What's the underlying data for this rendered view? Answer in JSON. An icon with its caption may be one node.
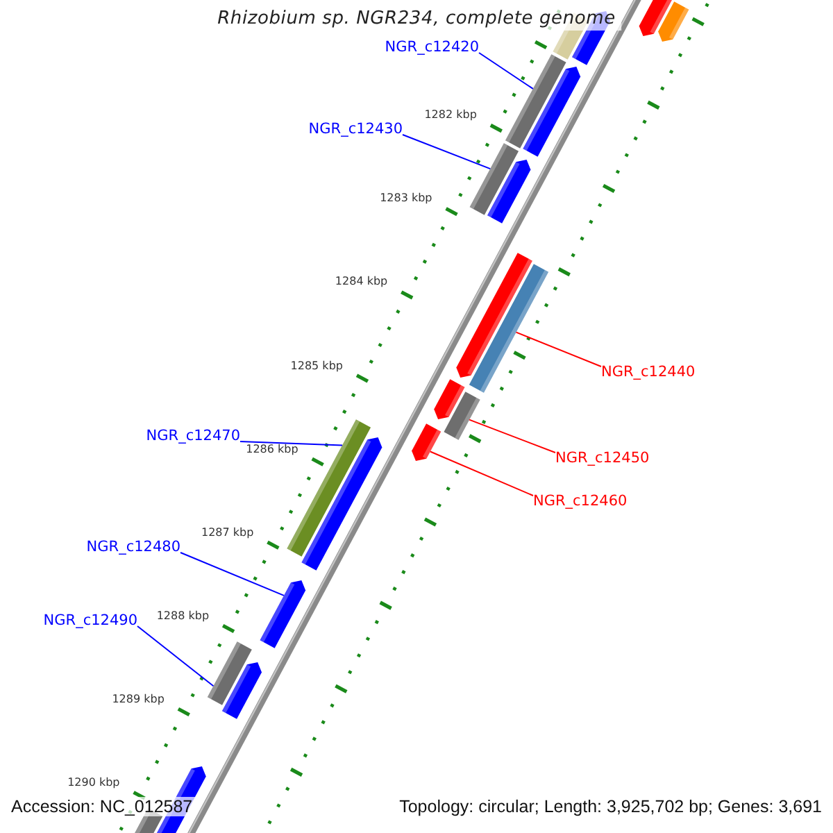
{
  "diagram": {
    "title": "Rhizobium sp. NGR234, complete genome",
    "nodes": [
      {
        "text": [
          "NGR_c12420"
        ]
      },
      {
        "text": [
          "NGR_c12430"
        ]
      },
      {
        "text": [
          "NGR_c12440"
        ]
      },
      {
        "text": [
          "NGR_c12450"
        ]
      },
      {
        "text": [
          "NGR_c12460"
        ]
      },
      {
        "text": [
          "NGR_c12470"
        ]
      },
      {
        "text": [
          "NGR_c12480"
        ]
      },
      {
        "text": [
          "NGR_c12490"
        ]
      },
      {
        "text": [],
        "shape": "arrow"
      },
      {
        "text": [],
        "shape": "arrow"
      },
      {
        "text": [],
        "shape": "arrow"
      },
      {
        "text": [],
        "shape": "bar"
      },
      {
        "text": [],
        "shape": "bar"
      },
      {
        "text": [],
        "shape": "arrow"
      },
      {
        "text": [],
        "shape": "bar"
      },
      {
        "text": [],
        "shape": "arrow"
      },
      {
        "text": [],
        "shape": "arrow"
      },
      {
        "text": [],
        "shape": "bar"
      },
      {
        "text": [],
        "shape": "arrow"
      },
      {
        "text": [],
        "shape": "bar"
      },
      {
        "text": [],
        "shape": "bar"
      },
      {
        "text": [],
        "shape": "arrow"
      },
      {
        "text": [],
        "shape": "arrow"
      },
      {
        "text": [],
        "shape": "arrow"
      },
      {
        "text": [],
        "shape": "bar"
      },
      {
        "text": [],
        "shape": "arrow"
      },
      {
        "text": [],
        "shape": "arrow"
      },
      {
        "text": [],
        "shape": "bar"
      }
    ],
    "edges": [
      {
        "from": 0,
        "to": 12,
        "arrow": "none"
      },
      {
        "from": 1,
        "to": 14,
        "arrow": "none"
      },
      {
        "from": 2,
        "to": 17,
        "arrow": "none",
        "color": "#ff0000"
      },
      {
        "from": 3,
        "to": 19,
        "arrow": "none",
        "color": "#ff0000"
      },
      {
        "from": 4,
        "to": 21,
        "arrow": "none",
        "color": "#ff0000"
      },
      {
        "from": 5,
        "to": 20,
        "arrow": "none"
      },
      {
        "from": 6,
        "to": 23,
        "arrow": "none"
      },
      {
        "from": 7,
        "to": 24,
        "arrow": "none"
      }
    ],
    "labels": [
      "1282 kbp",
      "1283 kbp",
      "1284 kbp",
      "1285 kbp",
      "1286 kbp",
      "1287 kbp",
      "1288 kbp",
      "1289 kbp",
      "1290 kbp",
      "Accession: NC_012587",
      "Topology: circular; Length: 3,925,702 bp; Genes: 3,691"
    ]
  }
}
